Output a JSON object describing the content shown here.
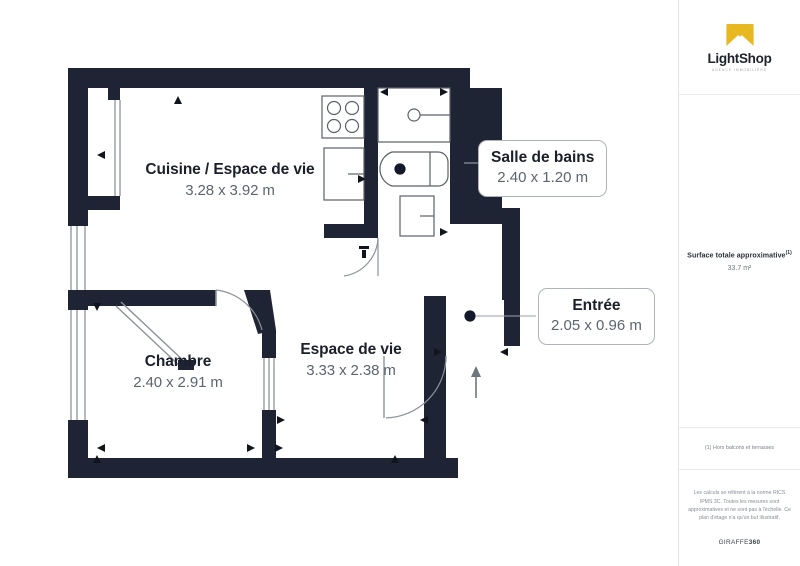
{
  "document": {
    "type": "floor-plan",
    "units": "m"
  },
  "plan": {
    "rooms": [
      {
        "id": "cuisine",
        "name": "Cuisine / Espace de vie",
        "dimensions": "3.28 x 3.92 m",
        "style": "plain"
      },
      {
        "id": "salle-bains",
        "name": "Salle de bains",
        "dimensions": "2.40 x 1.20 m",
        "style": "callout"
      },
      {
        "id": "entree",
        "name": "Entrée",
        "dimensions": "2.05 x 0.96 m",
        "style": "callout"
      },
      {
        "id": "chambre",
        "name": "Chambre",
        "dimensions": "2.40 x 2.91 m",
        "style": "plain"
      },
      {
        "id": "espace-vie",
        "name": "Espace de vie",
        "dimensions": "3.33 x 2.38 m",
        "style": "plain"
      }
    ],
    "fixtures": [
      {
        "id": "stove",
        "label": "cooktop-four-burner"
      },
      {
        "id": "sink",
        "label": "kitchen-sink"
      },
      {
        "id": "bathtub",
        "label": "bathtub"
      },
      {
        "id": "toilet",
        "label": "toilet"
      },
      {
        "id": "washbasin",
        "label": "washbasin"
      },
      {
        "id": "shower",
        "label": "shower-cabin"
      }
    ],
    "entry_arrow": "↑",
    "colors": {
      "wall": "#1e2433",
      "background": "#ffffff",
      "fixture_stroke": "#5a606b",
      "label_text": "#1b1f2a",
      "dimension_text": "#5d6470",
      "callout_border": "#aeb3bc"
    }
  },
  "sidebar": {
    "brand": {
      "name": "LightShop",
      "tagline": "AGENCE IMMOBILIÈRE",
      "logo_color": "#e8b820",
      "logo_icon": "bowtie-logo-icon"
    },
    "surface": {
      "title": "Surface totale approximative",
      "title_superscript": "(1)",
      "value": "33.7",
      "unit": "m²"
    },
    "note": {
      "text": "(1) Hors balcons et terrasses"
    },
    "disclaimer": {
      "text": "Les calculs se réfèrent à la norme RICS IPMS 3C. Toutes les mesures sont approximatives et ne sont pas à l'échelle. Ce plan d'étage n'a qu'un but illustratif."
    },
    "vendor": {
      "prefix": "GIRAFFE",
      "suffix": "360"
    }
  }
}
